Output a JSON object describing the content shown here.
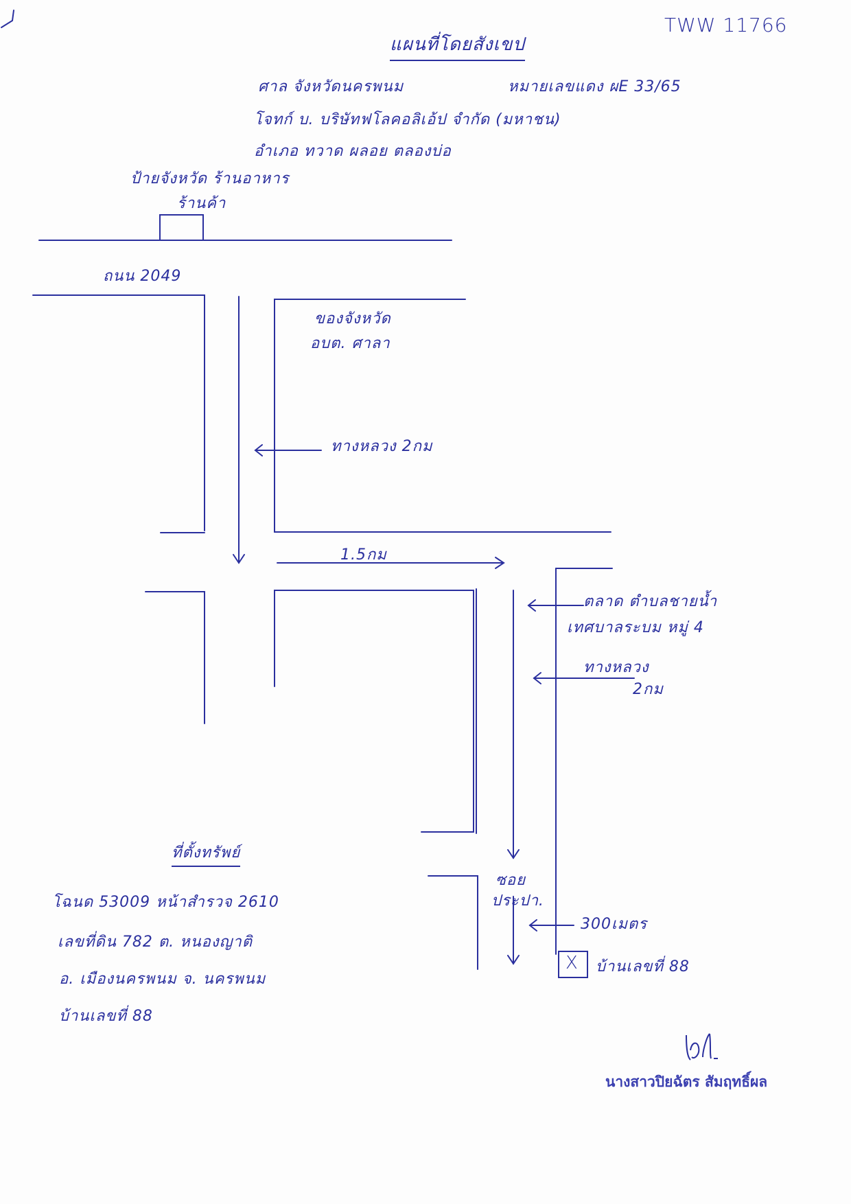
{
  "header": {
    "doc_number": "TWW 11766",
    "title": "แผนที่โดยสังเขป"
  },
  "intro": {
    "line1_left": "ศาล จังหวัดนครพนม",
    "line1_right": "หมายเลขแดง ผE 33/65",
    "line2": "โจทก์ บ. บริษัทฟโลคอลิเอ้ป จำกัด (มหาชน)",
    "line3": "อำเภอ ทวาด ผลอย ตลองบ่อ"
  },
  "map": {
    "label_top": "ป้ายจังหวัด ร้านอาหาร",
    "label_top_sub": "ร้านค้า",
    "road_name": "ถนน 2049",
    "office_label": "ของจังหวัด",
    "office_sub": "อบต. ศาลา",
    "road_distance_1": "ทางหลวง 2กม",
    "distance_mid": "1.5กม",
    "market_label": "ตลาด ตำบลชายน้ำ",
    "market_sub": "เทศบาลระบม หมู่ 4",
    "road_distance_2": "ทางหลวง",
    "road_distance_2_sub": "2กม",
    "junction_label": "ซอย",
    "junction_sub": "ประปา.",
    "meters_label": "300เมตร",
    "marker_symbol": "X",
    "marker_label": "บ้านเลขที่ 88"
  },
  "property": {
    "heading": "ที่ตั้งทรัพย์",
    "line1": "โฉนด 53009 หน้าสำรวจ 2610",
    "line2": "เลขที่ดิน 782 ต. หนองญาติ",
    "line3": "อ. เมืองนครพนม จ. นครพนม",
    "line4": "บ้านเลขที่ 88"
  },
  "signature": {
    "name": "นางสาวปิยฉัตร สัมฤทธิ์ผล"
  }
}
